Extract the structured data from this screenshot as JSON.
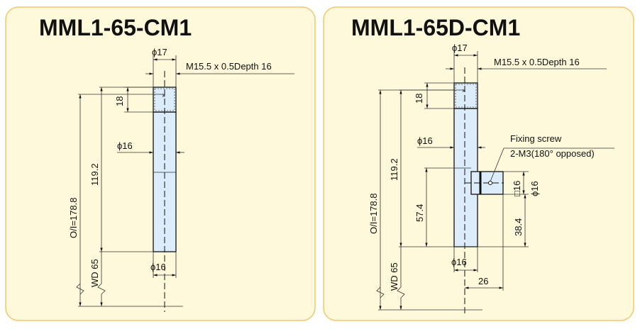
{
  "panel_left": {
    "title": "MML1-65-CM1",
    "dim_top_dia": "ϕ17",
    "thread": "M15.5 x 0.5Depth 16",
    "dim_18": "18",
    "dim_mid_dia": "ϕ16",
    "dim_119": "119.2",
    "dim_oi": "O/I=178.8",
    "dim_wd": "WD 65",
    "dim_bottom_dia": "ϕ16"
  },
  "panel_right": {
    "title": "MML1-65D-CM1",
    "dim_top_dia": "ϕ17",
    "thread": "M15.5 x 0.5Depth 16",
    "dim_18": "18",
    "dim_mid_dia": "ϕ16",
    "fixing_screw": "Fixing screw",
    "fixing_spec": "2-M3(180° opposed)",
    "dim_119": "119.2",
    "dim_57": "57.4",
    "dim_square": "□16",
    "dim_side_dia": "ϕ16",
    "dim_38": "38.4",
    "dim_oi": "O/I=178.8",
    "dim_wd": "WD 65",
    "dim_bottom_dia": "ϕ16",
    "dim_26": "26"
  }
}
